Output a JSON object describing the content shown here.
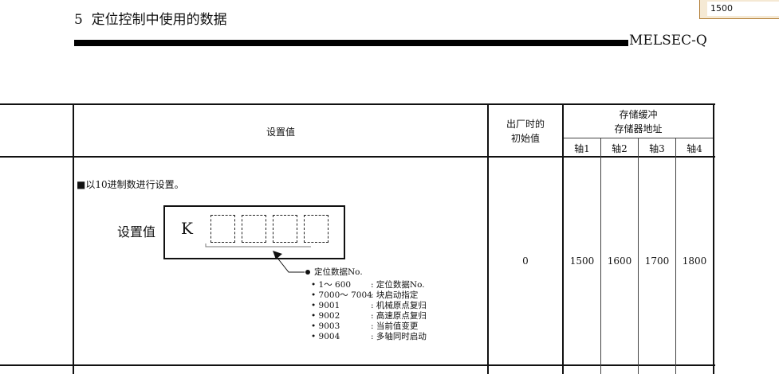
{
  "header": {
    "chapter_title": "5  定位控制中使用的数据",
    "product": "MELSEC-Q"
  },
  "tooltip": {
    "value": "1500"
  },
  "table": {
    "col_setting": "设置值",
    "col_default": "出厂时的\n初始值",
    "col_buffer": "存储缓冲\n存储器地址",
    "axes": [
      "轴1",
      "轴2",
      "轴3",
      "轴4"
    ],
    "row": {
      "note": "■以10进制数进行设置。",
      "setting_label": "设置值",
      "k_label": "K",
      "data_title": "定位数据No.",
      "items": [
        {
          "value": "1～ 600",
          "desc": "定位数据No."
        },
        {
          "value": "7000～ 7004",
          "desc": "块启动指定"
        },
        {
          "value": "9001",
          "desc": "机械原点复归"
        },
        {
          "value": "9002",
          "desc": "高速原点复归"
        },
        {
          "value": "9003",
          "desc": "当前值变更"
        },
        {
          "value": "9004",
          "desc": "多轴同时启动"
        }
      ],
      "default": "0",
      "addresses": [
        "1500",
        "1600",
        "1700",
        "1800"
      ]
    }
  }
}
